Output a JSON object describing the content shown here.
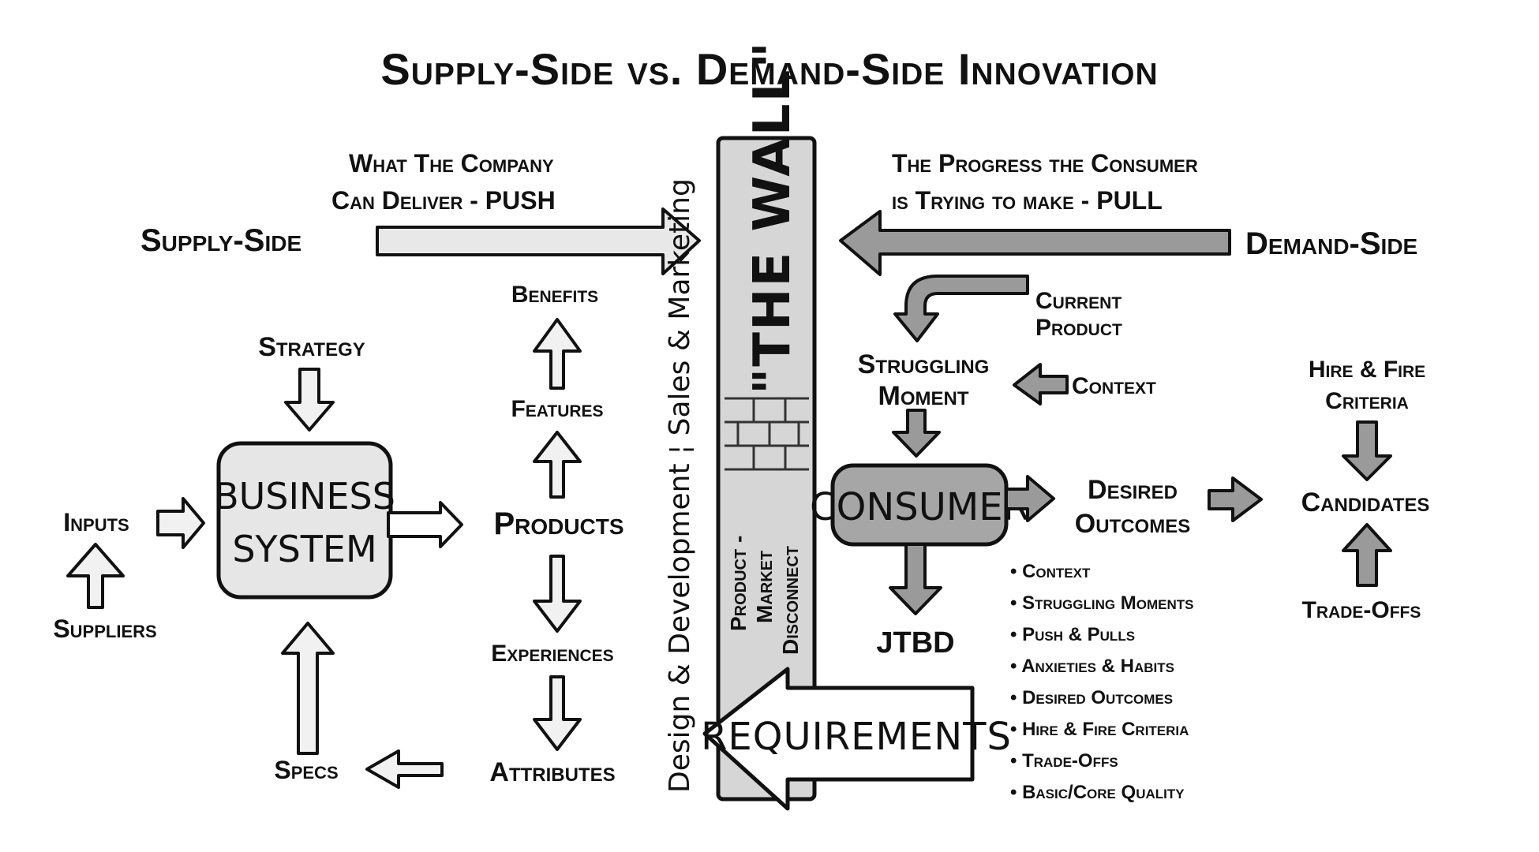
{
  "title": "Supply-Side vs. Demand-Side Innovation",
  "top": {
    "supply_label": "Supply-Side",
    "supply_caption_1": "What  The Company",
    "supply_caption_2": "Can Deliver - PUSH",
    "demand_label": "Demand-Side",
    "demand_caption_1": "The Progress the Consumer",
    "demand_caption_2": "is Trying to make - PULL"
  },
  "wall": {
    "label": "\"THE WALL\"",
    "disconnect_1": "Product -",
    "disconnect_2": "Market",
    "disconnect_3": "Disconnect",
    "side_text": "Design & Development ¦ Sales & Marketing",
    "requirements": "REQUIREMENTS"
  },
  "supply": {
    "strategy": "Strategy",
    "business_1": "BUSINESS",
    "business_2": "SYSTEM",
    "inputs": "Inputs",
    "suppliers": "Suppliers",
    "specs": "Specs",
    "products": "Products",
    "benefits": "Benefits",
    "features": "Features",
    "experiences": "Experiences",
    "attributes": "Attributes"
  },
  "demand": {
    "current_product_1": "Current",
    "current_product_2": "Product",
    "struggling_1": "Struggling",
    "struggling_2": "Moment",
    "context": "Context",
    "consumer": "CONSUMER",
    "jtbd": "JTBD",
    "desired_1": "Desired",
    "desired_2": "Outcomes",
    "hire_fire_1": "Hire & Fire",
    "hire_fire_2": "Criteria",
    "candidates": "Candidates",
    "tradeoffs": "Trade-Offs",
    "bullets": [
      "Context",
      "Struggling Moments",
      "Push & Pulls",
      "Anxieties & Habits",
      "Desired Outcomes",
      "Hire & Fire Criteria",
      "Trade-Offs",
      "Basic/Core Quality"
    ]
  }
}
